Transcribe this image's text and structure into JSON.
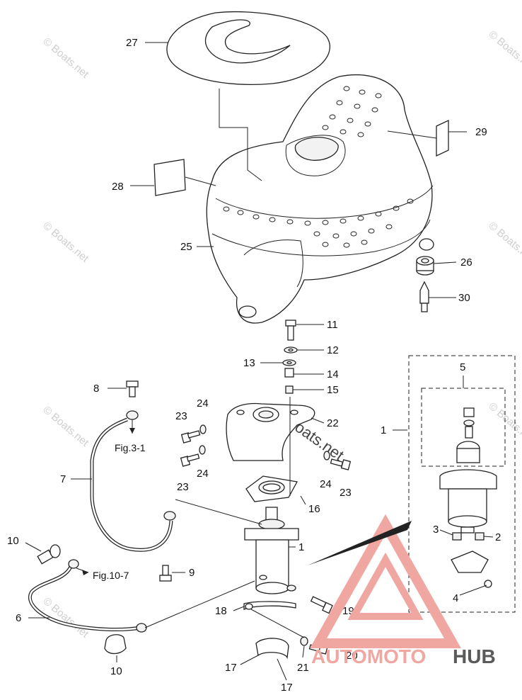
{
  "labels": {
    "p1": "1",
    "p1b": "1",
    "p2": "2",
    "p3": "3",
    "p4": "4",
    "p5": "5",
    "p6": "6",
    "p7": "7",
    "p8": "8",
    "p9": "9",
    "p10a": "10",
    "p10b": "10",
    "p11": "11",
    "p12": "12",
    "p13": "13",
    "p14": "14",
    "p15": "15",
    "p16": "16",
    "p17a": "17",
    "p17b": "17",
    "p18": "18",
    "p19": "19",
    "p20": "20",
    "p21": "21",
    "p22": "22",
    "p23a": "23",
    "p23b": "23",
    "p23c": "23",
    "p24a": "24",
    "p24b": "24",
    "p24c": "24",
    "p25": "25",
    "p26": "26",
    "p27": "27",
    "p28": "28",
    "p29": "29",
    "p30": "30"
  },
  "refs": {
    "fig3": "Fig.3-1",
    "fig10": "Fig.10-7"
  },
  "watermark": {
    "text": "© Boats.net"
  },
  "logo": {
    "part1": "AUTOMOTO",
    "part2": "HUB"
  },
  "colors": {
    "logo_accent": "#f0a7a1",
    "logo_dark": "#5a5a5a",
    "watermark": "#cfcfcf"
  }
}
